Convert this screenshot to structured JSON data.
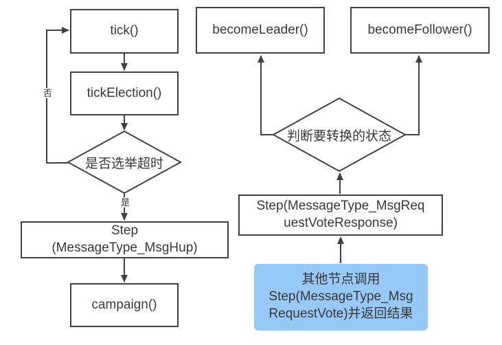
{
  "colors": {
    "line": "#404040",
    "text": "#383838",
    "node_fill": "#ffffff",
    "note_fill": "#97c9f7"
  },
  "nodes": {
    "tick": {
      "label": "tick()"
    },
    "tick_election": {
      "label": "tickElection()"
    },
    "election_timeout_decision": {
      "label": "是否选举超时"
    },
    "step_msghup": {
      "label": "Step\n(MessageType_MsgHup)"
    },
    "campaign": {
      "label": "campaign()"
    },
    "become_leader": {
      "label": "becomeLeader()"
    },
    "become_follower": {
      "label": "becomeFollower()"
    },
    "state_transition_decision": {
      "label": "判断要转换的状态"
    },
    "step_vote_response": {
      "label": "Step(MessageType_MsgReq\nuestVoteResponse)"
    },
    "other_nodes_note": {
      "label": "其他节点调用\nStep(MessageType_Msg\nRequestVote)并返回结果"
    }
  },
  "edge_labels": {
    "no": "否",
    "yes": "是"
  }
}
